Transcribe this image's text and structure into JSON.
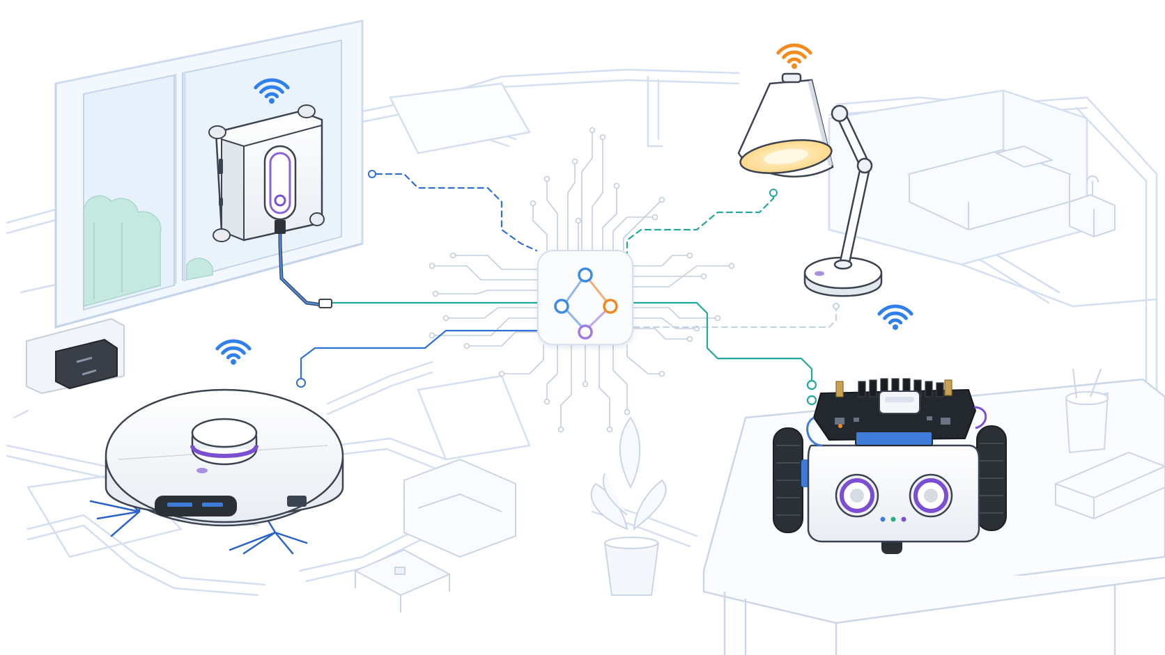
{
  "colors": {
    "background": "#ffffff",
    "floorplan_line": "#d4e0f2",
    "floorplan_fill": "#f7faff",
    "device_body": "#f4f6fa",
    "device_outline": "#3b4250",
    "wifi_blue": "#2f80ed",
    "wifi_orange": "#f28c1e",
    "link_blue": "#2f6fd6",
    "link_teal": "#21a89a",
    "hub_blue": "#3d8be0",
    "hub_orange": "#f0891f",
    "hub_purple": "#a07be0",
    "accent_purple": "#7b4fd1",
    "circuit_trace": "#c3cedd",
    "glass_blue": "#e6f1fb",
    "foliage": "#bfe3dc",
    "lamp_glow": "#ffe9b8",
    "wheel": "#2b2f36",
    "pcb": "#23272e"
  },
  "hub": {
    "icon": "network-graph-icon",
    "node_colors": [
      "#3d8be0",
      "#f0891f",
      "#a07be0",
      "#3d8be0"
    ]
  },
  "devices": [
    {
      "id": "window-robot",
      "icon": "window-cleaning-robot-icon",
      "signal": "wifi-icon",
      "signal_color": "#2f80ed",
      "link_style": "dashed",
      "link_color": "#2f6fd6"
    },
    {
      "id": "robot-vacuum",
      "icon": "robot-vacuum-icon",
      "signal": "wifi-icon",
      "signal_color": "#2f80ed",
      "link_style": "solid",
      "link_color": "#2f6fd6"
    },
    {
      "id": "desk-lamp",
      "icon": "desk-lamp-icon",
      "signal": "wifi-icon",
      "signal_color": "#f28c1e",
      "link_style": "dashed",
      "link_color": "#21a89a"
    },
    {
      "id": "robot-car",
      "icon": "robot-car-kit-icon",
      "signal": "wifi-icon",
      "signal_color": "#2f80ed",
      "link_style": "solid",
      "link_color": "#21a89a"
    }
  ],
  "decor": [
    "window-icon",
    "wall-outlet-icon",
    "sofa-icon",
    "coffee-table-icon",
    "potted-plant-icon",
    "bed-icon",
    "nightstand-icon",
    "pencil-cup-icon",
    "book-icon",
    "desk-icon"
  ]
}
